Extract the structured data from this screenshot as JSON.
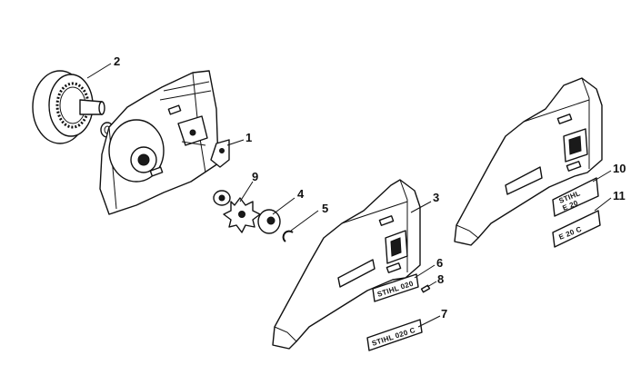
{
  "callouts": {
    "c1": "1",
    "c2": "2",
    "c3": "3",
    "c4": "4",
    "c5": "5",
    "c6": "6",
    "c7": "7",
    "c8": "8",
    "c9": "9",
    "c10": "10",
    "c11": "11"
  },
  "labels": {
    "plate_6": "STIHL 020",
    "plate_7": "STIHL 020 C",
    "plate_10_line1": "STIHL",
    "plate_10_line2": "E 20",
    "plate_11": "E 20 C"
  }
}
